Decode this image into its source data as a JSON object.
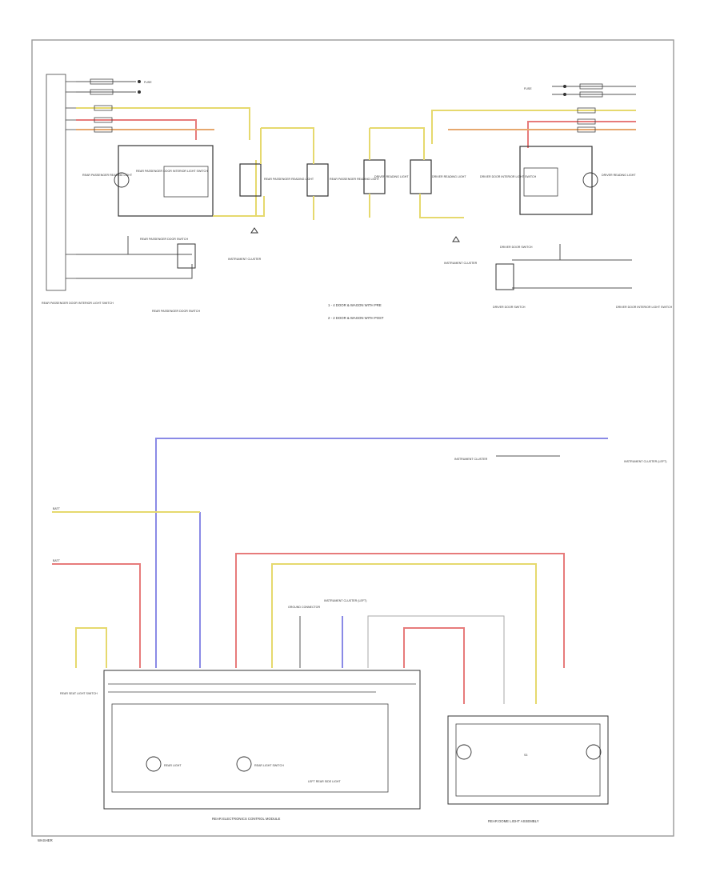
{
  "page_label": "WASHER",
  "corner_note_top_right": "",
  "legend": {
    "line1": "1 - 4 DOOR & WAGON WITH PRE",
    "line2": "2 - 2 DOOR & WAGON WITH POST"
  },
  "components": {
    "left_cluster": "REAR PASSENGER DOOR INTERIOR LIGHT SWITCH",
    "left_switch": "REAR PASSENGER DOOR SWITCH",
    "left_lamp_a": "REAR PASSENGER READING LIGHT",
    "left_lamp_b": "REAR PASSENGER READING LIGHT",
    "right_lamp_a": "DRIVER READING LIGHT",
    "right_lamp_b": "DRIVER READING LIGHT",
    "right_lamp_c": "DRIVER READING LIGHT",
    "right_cluster": "DRIVER DOOR INTERIOR LIGHT SWITCH",
    "right_switch": "DRIVER DOOR SWITCH",
    "left_ground": "INSTRUMENT CLUSTER",
    "right_ground": "INSTRUMENT CLUSTER",
    "ground_link": "INSTRUMENT CLUSTER",
    "lower_right_ref": "INSTRUMENT CLUSTER (LEFT)",
    "lower_pigtail": "REAR SEAT LIGHT SWITCH",
    "control_module": "REAR ELECTRONICS CONTROL MODULE",
    "module_lamp_a": "REAR LIGHT",
    "module_lamp_b": "REAR LIGHT SWITCH",
    "module_lamp_c": "LEFT REAR SIDE LIGHT",
    "dome_unit": "REAR DOME LIGHT ASSEMBLY",
    "dome_label": "S3",
    "connector_top": "GROUND CONNECTOR",
    "connector_top2": "INSTRUMENT CLUSTER (LEFT)",
    "input_a": "BATT",
    "input_b": "BATT"
  },
  "wire_colors": {
    "yellow": "#e6d96e",
    "red": "#e77b7b",
    "blue": "#8a8ae6",
    "black": "#555555",
    "gray": "#aaaaaa"
  }
}
